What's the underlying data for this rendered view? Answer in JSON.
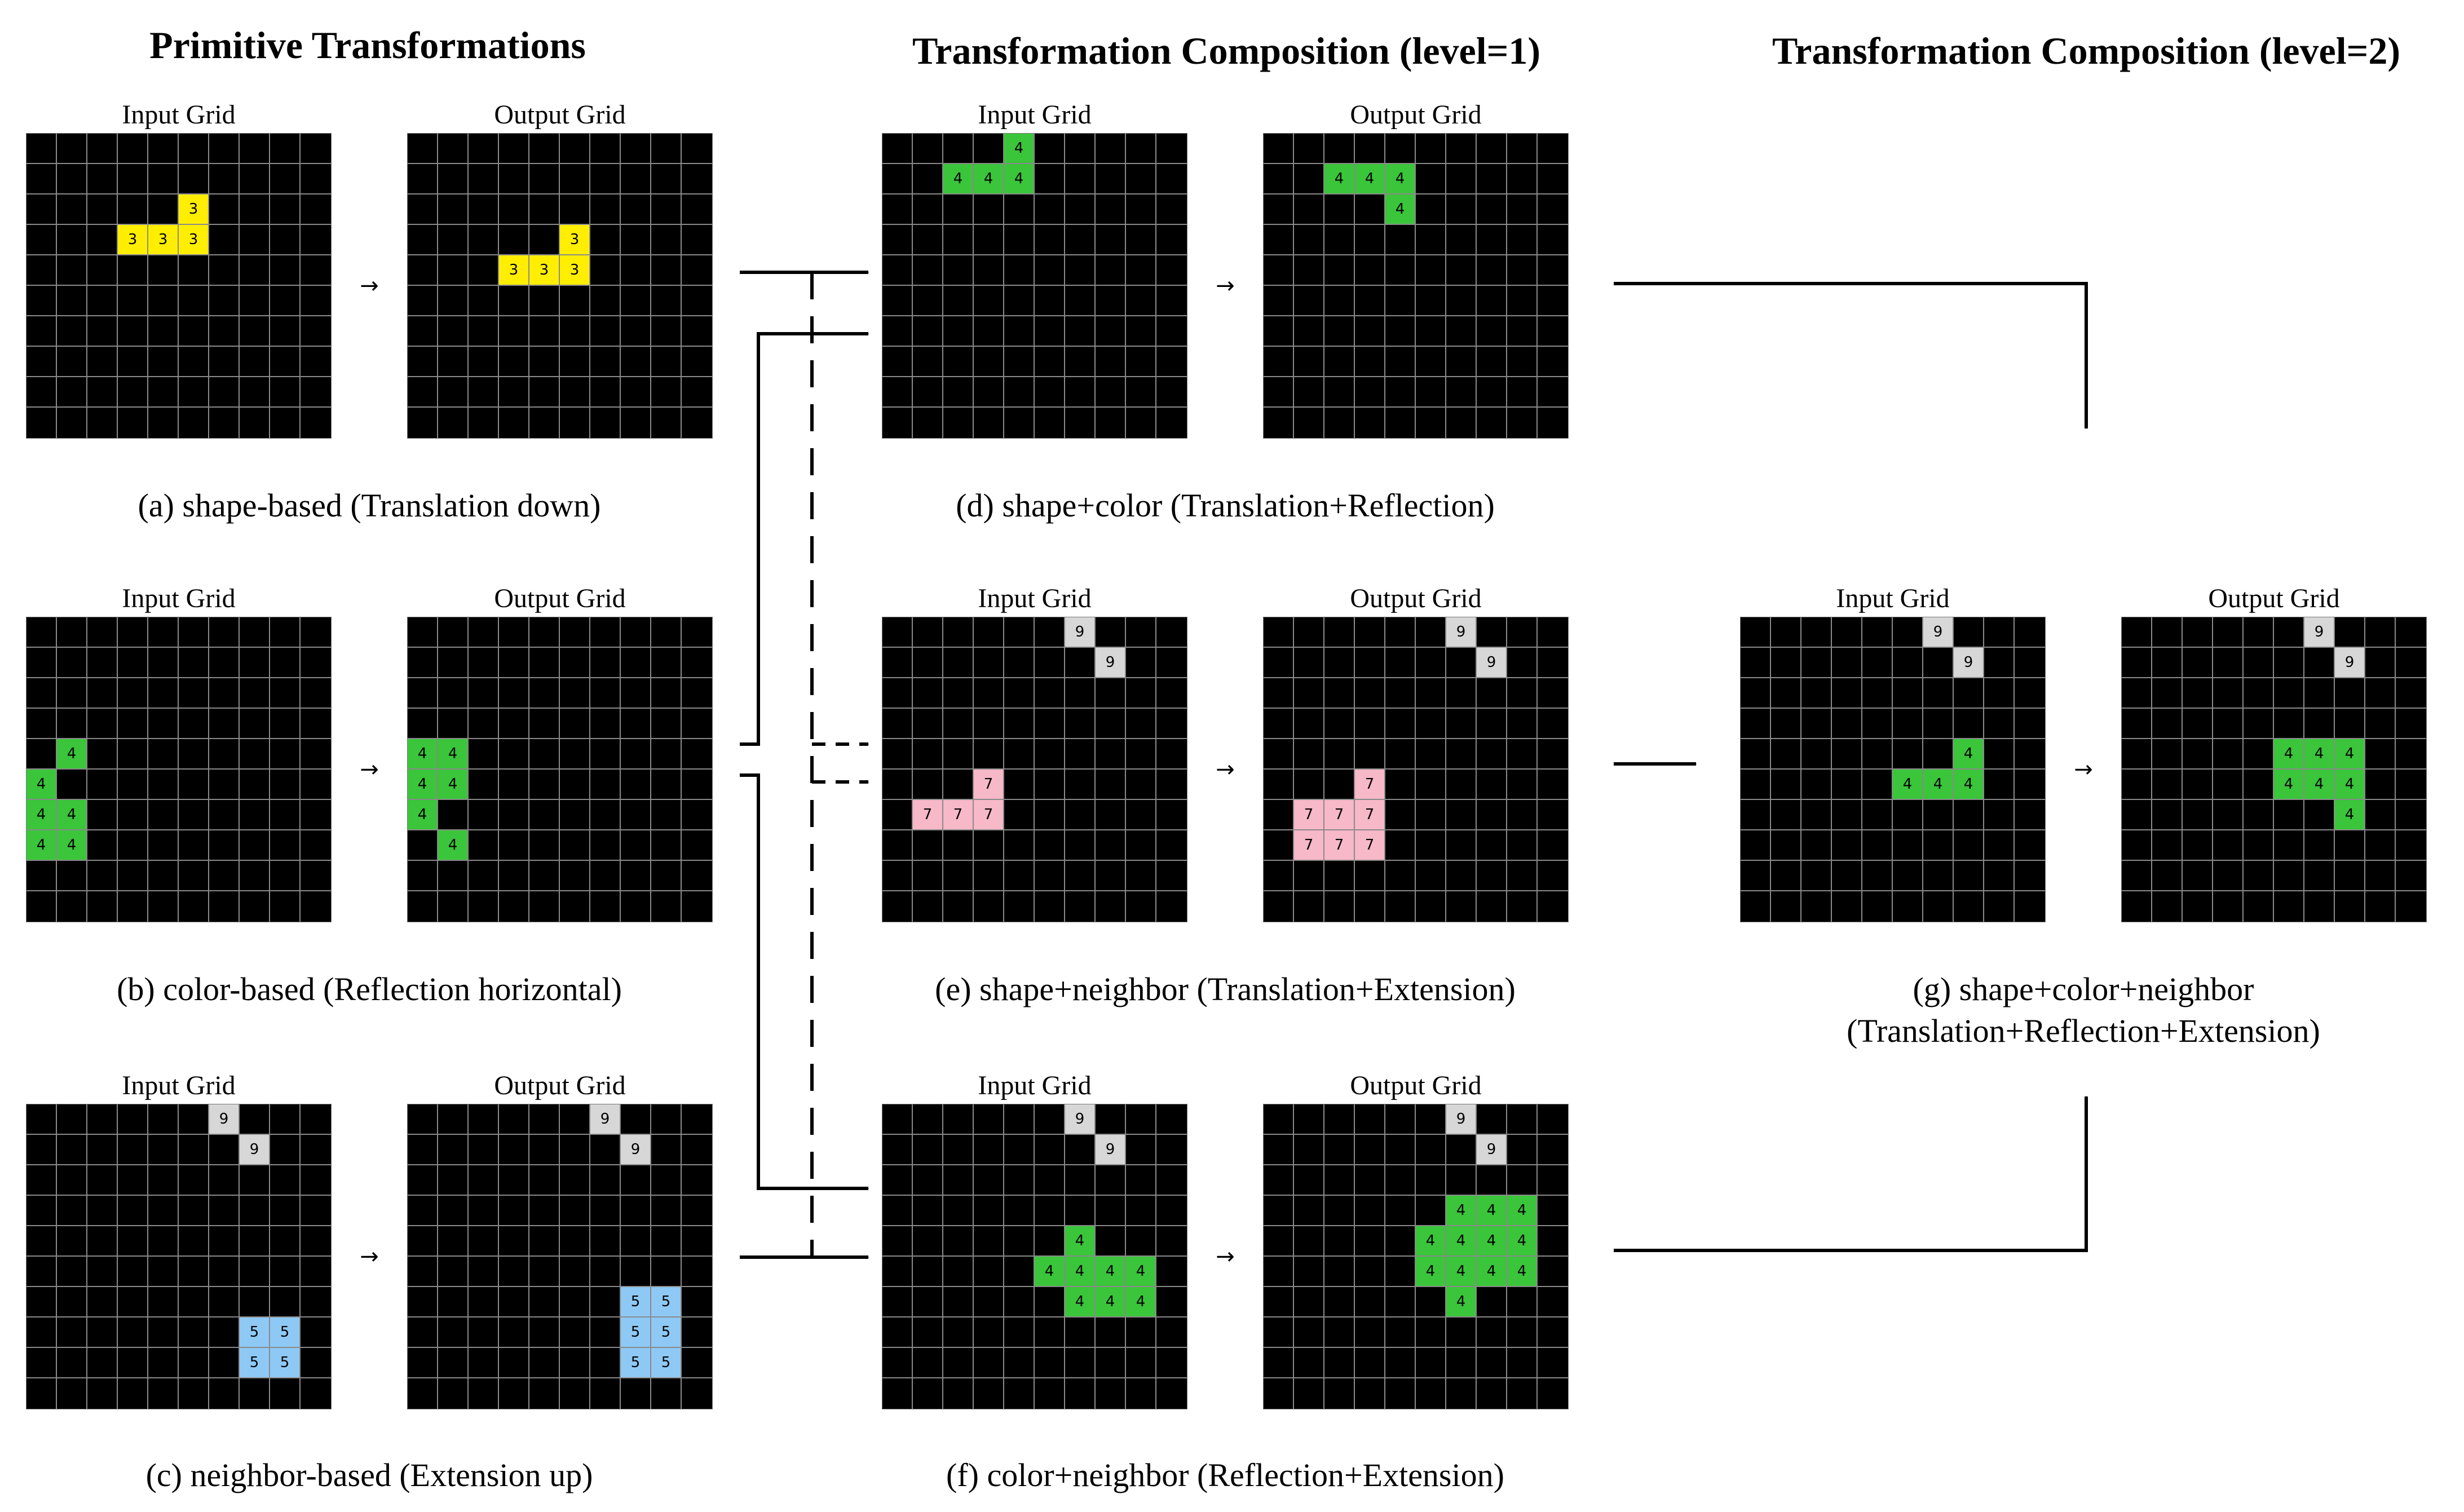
{
  "titles": {
    "primitive": "Primitive Transformations",
    "level1": "Transformation Composition (level=1)",
    "level2": "Transformation Composition (level=2)"
  },
  "labels": {
    "input": "Input Grid",
    "output": "Output Grid",
    "arrow": "→"
  },
  "colors": {
    "background": "#000000",
    "gridline": "#8a8a8a",
    "3": "#ffee00",
    "4": "#3ac53a",
    "5": "#8ec9f5",
    "7": "#f7b8c8",
    "9": "#d7d7d7"
  },
  "panels": [
    {
      "id": "a",
      "caption": "(a) shape-based (Translation down)",
      "input": {
        "cells": [
          [
            2,
            5,
            3
          ],
          [
            3,
            3,
            3
          ],
          [
            3,
            4,
            3
          ],
          [
            3,
            5,
            3
          ]
        ]
      },
      "output": {
        "cells": [
          [
            3,
            5,
            3
          ],
          [
            4,
            3,
            3
          ],
          [
            4,
            4,
            3
          ],
          [
            4,
            5,
            3
          ]
        ]
      }
    },
    {
      "id": "b",
      "caption": "(b) color-based (Reflection horizontal)",
      "input": {
        "cells": [
          [
            4,
            1,
            4
          ],
          [
            5,
            0,
            4
          ],
          [
            6,
            0,
            4
          ],
          [
            6,
            1,
            4
          ],
          [
            7,
            0,
            4
          ],
          [
            7,
            1,
            4
          ]
        ]
      },
      "output": {
        "cells": [
          [
            4,
            0,
            4
          ],
          [
            4,
            1,
            4
          ],
          [
            5,
            0,
            4
          ],
          [
            5,
            1,
            4
          ],
          [
            6,
            0,
            4
          ],
          [
            7,
            1,
            4
          ]
        ]
      }
    },
    {
      "id": "c",
      "caption": "(c) neighbor-based (Extension up)",
      "input": {
        "cells": [
          [
            0,
            6,
            9
          ],
          [
            1,
            7,
            9
          ],
          [
            7,
            7,
            5
          ],
          [
            7,
            8,
            5
          ],
          [
            8,
            7,
            5
          ],
          [
            8,
            8,
            5
          ]
        ]
      },
      "output": {
        "cells": [
          [
            0,
            6,
            9
          ],
          [
            1,
            7,
            9
          ],
          [
            6,
            7,
            5
          ],
          [
            6,
            8,
            5
          ],
          [
            7,
            7,
            5
          ],
          [
            7,
            8,
            5
          ],
          [
            8,
            7,
            5
          ],
          [
            8,
            8,
            5
          ]
        ]
      }
    },
    {
      "id": "d",
      "caption": "(d) shape+color (Translation+Reflection)",
      "input": {
        "cells": [
          [
            0,
            4,
            4
          ],
          [
            1,
            2,
            4
          ],
          [
            1,
            3,
            4
          ],
          [
            1,
            4,
            4
          ]
        ]
      },
      "output": {
        "cells": [
          [
            1,
            2,
            4
          ],
          [
            1,
            3,
            4
          ],
          [
            1,
            4,
            4
          ],
          [
            2,
            4,
            4
          ]
        ]
      }
    },
    {
      "id": "e",
      "caption": "(e) shape+neighbor (Translation+Extension)",
      "input": {
        "cells": [
          [
            0,
            6,
            9
          ],
          [
            1,
            7,
            9
          ],
          [
            5,
            3,
            7
          ],
          [
            6,
            1,
            7
          ],
          [
            6,
            2,
            7
          ],
          [
            6,
            3,
            7
          ]
        ]
      },
      "output": {
        "cells": [
          [
            0,
            6,
            9
          ],
          [
            1,
            7,
            9
          ],
          [
            5,
            3,
            7
          ],
          [
            6,
            1,
            7
          ],
          [
            6,
            2,
            7
          ],
          [
            6,
            3,
            7
          ],
          [
            7,
            1,
            7
          ],
          [
            7,
            2,
            7
          ],
          [
            7,
            3,
            7
          ]
        ]
      }
    },
    {
      "id": "f",
      "caption": "(f) color+neighbor (Reflection+Extension)",
      "input": {
        "cells": [
          [
            0,
            6,
            9
          ],
          [
            1,
            7,
            9
          ],
          [
            4,
            6,
            4
          ],
          [
            5,
            5,
            4
          ],
          [
            5,
            6,
            4
          ],
          [
            5,
            7,
            4
          ],
          [
            5,
            8,
            4
          ],
          [
            6,
            6,
            4
          ],
          [
            6,
            7,
            4
          ],
          [
            6,
            8,
            4
          ]
        ]
      },
      "output": {
        "cells": [
          [
            0,
            6,
            9
          ],
          [
            1,
            7,
            9
          ],
          [
            3,
            6,
            4
          ],
          [
            3,
            7,
            4
          ],
          [
            3,
            8,
            4
          ],
          [
            4,
            5,
            4
          ],
          [
            4,
            6,
            4
          ],
          [
            4,
            7,
            4
          ],
          [
            4,
            8,
            4
          ],
          [
            5,
            5,
            4
          ],
          [
            5,
            6,
            4
          ],
          [
            5,
            7,
            4
          ],
          [
            5,
            8,
            4
          ],
          [
            6,
            6,
            4
          ]
        ]
      }
    },
    {
      "id": "g",
      "caption": "(g) shape+color+neighbor",
      "caption2": "(Translation+Reflection+Extension)",
      "input": {
        "cells": [
          [
            0,
            6,
            9
          ],
          [
            1,
            7,
            9
          ],
          [
            4,
            7,
            4
          ],
          [
            5,
            5,
            4
          ],
          [
            5,
            6,
            4
          ],
          [
            5,
            7,
            4
          ]
        ]
      },
      "output": {
        "cells": [
          [
            0,
            6,
            9
          ],
          [
            1,
            7,
            9
          ],
          [
            4,
            5,
            4
          ],
          [
            4,
            6,
            4
          ],
          [
            4,
            7,
            4
          ],
          [
            5,
            5,
            4
          ],
          [
            5,
            6,
            4
          ],
          [
            5,
            7,
            4
          ],
          [
            6,
            7,
            4
          ]
        ]
      }
    }
  ]
}
